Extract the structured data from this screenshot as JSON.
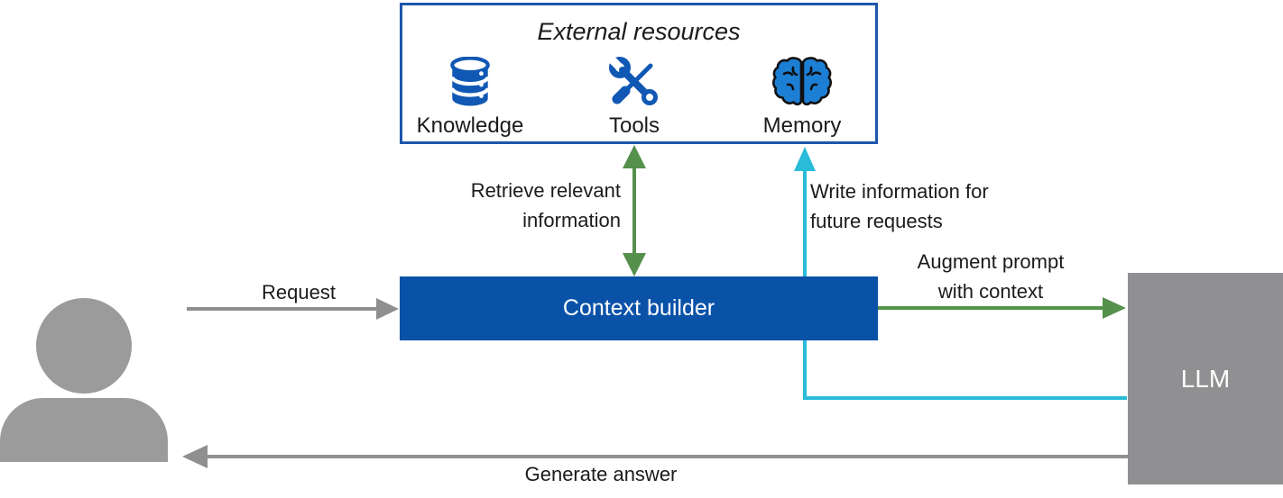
{
  "colors": {
    "brand_blue": "#0a52a8",
    "box_border_blue": "#1e56ac",
    "icon_blue": "#1158b4",
    "brain_blue": "#1c7fd4",
    "green": "#55904c",
    "cyan": "#29bcd9",
    "cyan_bright": "#3cc5e6",
    "gray_arrow": "#8f8f8f",
    "node_gray": "#9b9b9b",
    "llm_gray": "#909092",
    "text_black": "#1b1b1b",
    "white": "#ffffff"
  },
  "external": {
    "title": "External resources",
    "items": [
      {
        "label": "Knowledge",
        "icon": "database-icon"
      },
      {
        "label": "Tools",
        "icon": "tools-icon"
      },
      {
        "label": "Memory",
        "icon": "brain-icon"
      }
    ]
  },
  "nodes": {
    "context_builder": {
      "label": "Context builder"
    },
    "llm": {
      "label": "LLM"
    },
    "user": {
      "icon": "person-icon"
    }
  },
  "edges": {
    "request": {
      "label": "Request"
    },
    "retrieve": {
      "lines": [
        "Retrieve relevant",
        "information"
      ]
    },
    "write": {
      "lines": [
        "Write information for",
        "future requests"
      ]
    },
    "augment": {
      "lines": [
        "Augment prompt",
        "with context"
      ]
    },
    "generate": {
      "label": "Generate answer"
    }
  }
}
